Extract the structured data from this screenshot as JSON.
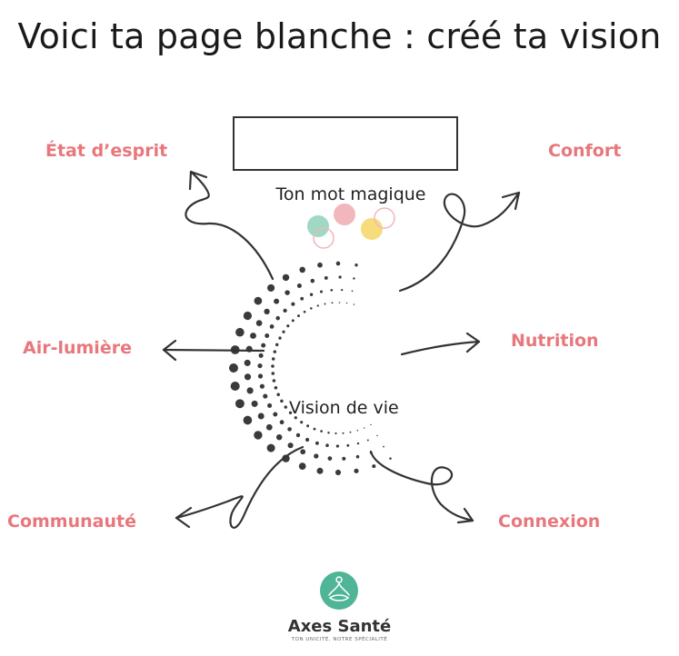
{
  "title": "Voici ta page blanche : créé ta vision",
  "magic_word_label": "Ton mot magique",
  "center_label": "Vision de vie",
  "labels": {
    "etat_esprit": "État d’esprit",
    "confort": "Confort",
    "air_lumiere": "Air-lumière",
    "nutrition": "Nutrition",
    "communaute": "Communauté",
    "connexion": "Connexion"
  },
  "brand": {
    "name": "Axes Santé",
    "tagline": "TON UNICITÉ, NOTRE SPÉCIALITÉ"
  },
  "colors": {
    "label": "#e8777c",
    "logo": "#4fb596",
    "dot_green": "#9fd8c3",
    "dot_pink": "#f2b6bd",
    "dot_yellow": "#f6dc7a"
  }
}
